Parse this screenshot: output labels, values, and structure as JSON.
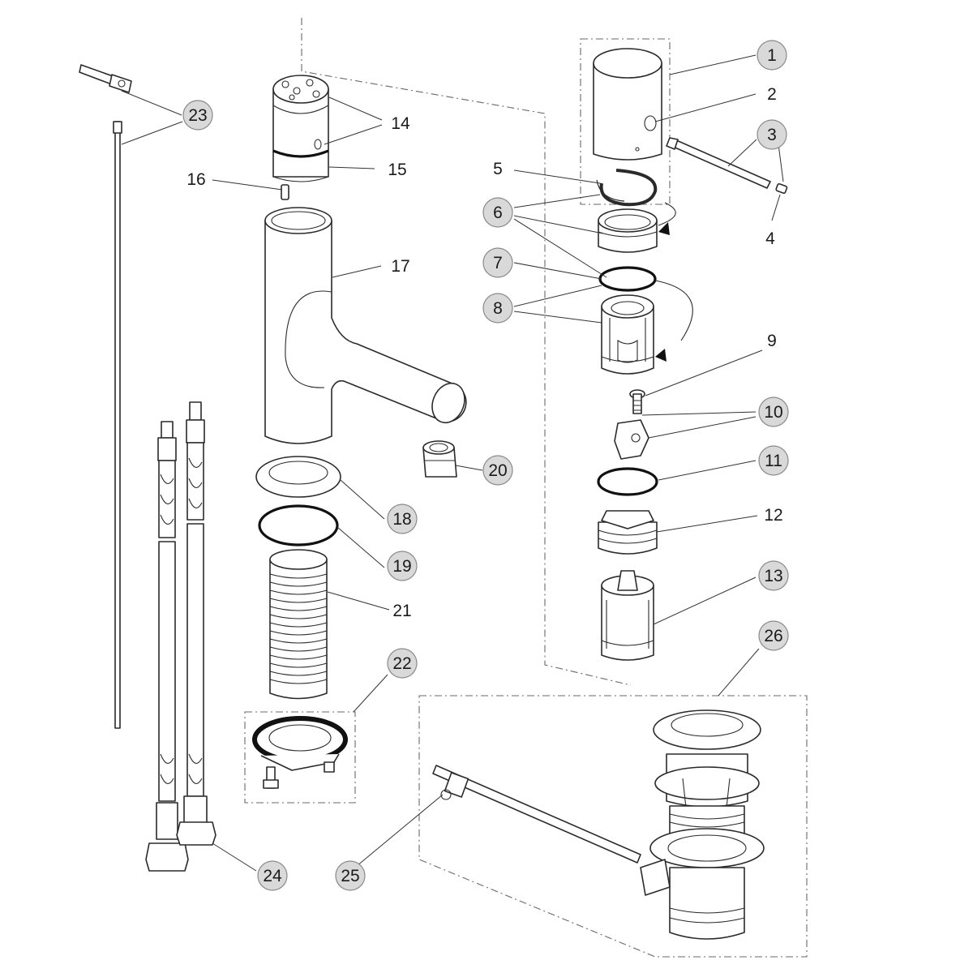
{
  "colors": {
    "badge_fill": "#d9d9d9",
    "badge_stroke": "#8a8a8a",
    "line": "#2a2a2a",
    "background": "#ffffff"
  },
  "labels": {
    "p1": "1",
    "p2": "2",
    "p3": "3",
    "p4": "4",
    "p5": "5",
    "p6": "6",
    "p7": "7",
    "p8": "8",
    "p9": "9",
    "p10": "10",
    "p11": "11",
    "p12": "12",
    "p13": "13",
    "p14": "14",
    "p15": "15",
    "p16": "16",
    "p17": "17",
    "p18": "18",
    "p19": "19",
    "p20": "20",
    "p21": "21",
    "p22": "22",
    "p23": "23",
    "p24": "24",
    "p25": "25",
    "p26": "26"
  },
  "highlighted_parts": [
    "1",
    "3",
    "6",
    "7",
    "8",
    "10",
    "11",
    "13",
    "18",
    "19",
    "20",
    "22",
    "23",
    "24",
    "25",
    "26"
  ]
}
